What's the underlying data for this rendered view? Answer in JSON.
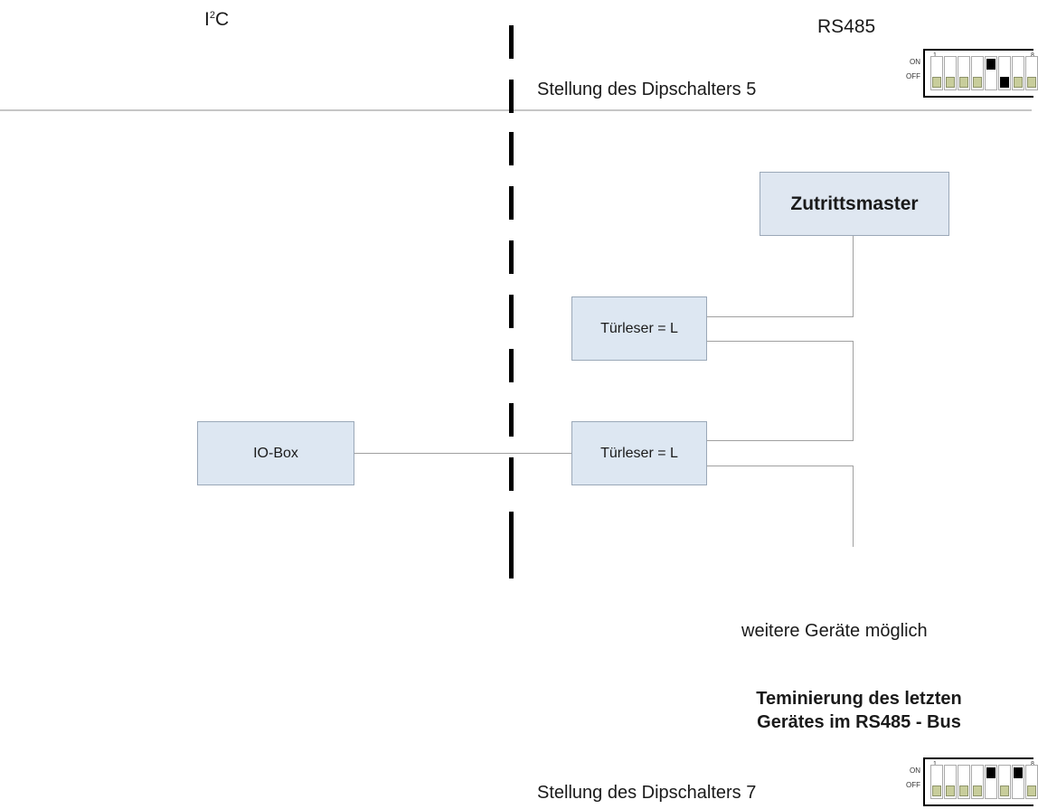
{
  "headers": {
    "left_prefix": "I",
    "left_sup": "2",
    "left_suffix": "C",
    "right": "RS485"
  },
  "dip_top": {
    "caption": "Stellung des Dipschalters 5",
    "on_label": "ON",
    "off_label": "OFF",
    "first_num": "1",
    "last_num": "8",
    "switches": [
      "off",
      "off",
      "off",
      "off",
      "on",
      "onlow",
      "off",
      "off"
    ]
  },
  "boxes": {
    "master": "Zutrittsmaster",
    "reader1": "Türleser = L",
    "reader2": "Türleser = L",
    "iobox": "IO-Box"
  },
  "more_devices": "weitere Geräte möglich",
  "termination": {
    "line1": "Teminierung des letzten",
    "line2": "Gerätes im RS485 - Bus"
  },
  "dip_bottom": {
    "caption": "Stellung des Dipschalters 7",
    "on_label": "ON",
    "off_label": "OFF",
    "first_num": "1",
    "last_num": "8",
    "switches": [
      "off",
      "off",
      "off",
      "off",
      "on",
      "off",
      "on",
      "off"
    ]
  },
  "colors": {
    "box_fill": "#dde7f2",
    "box_border": "#9aa8b8",
    "wire": "#a0a0a0",
    "divider": "#000000"
  }
}
